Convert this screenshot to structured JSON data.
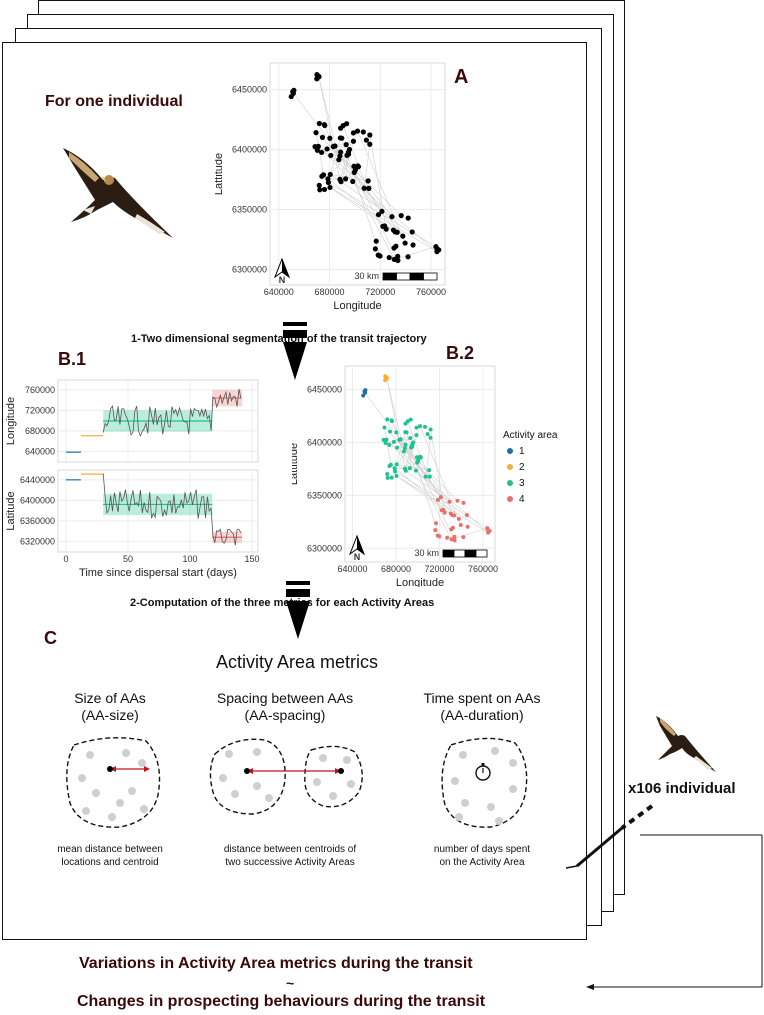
{
  "header": {
    "individual_label": "For one individual"
  },
  "panels": {
    "a": "A",
    "b1": "B.1",
    "b2": "B.2",
    "c": "C"
  },
  "steps": {
    "step1": "1-Two dimensional segmentation of the transit trajectory",
    "step2": "2-Computation of the three metrics for each Activity Areas"
  },
  "map_a": {
    "xlabel": "Longitude",
    "ylabel": "Lattitude",
    "x_ticks": [
      "640000",
      "680000",
      "720000",
      "760000"
    ],
    "y_ticks": [
      "6450000",
      "6400000",
      "6350000",
      "6300000"
    ],
    "scale_label": "30 km",
    "north": "N"
  },
  "map_b2": {
    "xlabel": "Longitude",
    "ylabel": "Lattitude",
    "x_ticks": [
      "640000",
      "680000",
      "720000",
      "760000"
    ],
    "y_ticks": [
      "6450000",
      "6400000",
      "6350000",
      "6300000"
    ],
    "scale_label": "30 km",
    "north": "N",
    "legend_title": "Activity area",
    "legend": [
      {
        "label": "1",
        "color": "#1f6fa8"
      },
      {
        "label": "2",
        "color": "#f2b134"
      },
      {
        "label": "3",
        "color": "#1fc28f"
      },
      {
        "label": "4",
        "color": "#e8716a"
      }
    ]
  },
  "ts_b1": {
    "xlabel": "Time since dispersal start (days)",
    "top_ylabel": "Longitude",
    "bottom_ylabel": "Latitude",
    "x_ticks": [
      "0",
      "50",
      "100",
      "150"
    ],
    "top_y_ticks": [
      "760000",
      "720000",
      "680000",
      "640000"
    ],
    "bottom_y_ticks": [
      "6440000",
      "6400000",
      "6360000",
      "6320000"
    ]
  },
  "metrics": {
    "title": "Activity Area metrics",
    "items": [
      {
        "name": "Size of AAs",
        "abbr": "(AA-size)",
        "desc1": "mean distance between",
        "desc2": "locations and centroid"
      },
      {
        "name": "Spacing between AAs",
        "abbr": "(AA-spacing)",
        "desc1": "distance between centroids of",
        "desc2": "two successive Activity Areas"
      },
      {
        "name": "Time spent on AAs",
        "abbr": "(AA-duration)",
        "desc1": "number of days spent",
        "desc2": "on the Activity Area"
      }
    ]
  },
  "replicate_label": "x106 individual",
  "footer": {
    "line1": "Variations in Activity Area metrics during the transit",
    "tilde": "~",
    "line2": "Changes in prospecting behaviours during the transit"
  },
  "colors": {
    "aa1": "#1f6fa8",
    "aa2": "#f2b134",
    "aa3": "#1fc28f",
    "aa4": "#e8716a",
    "title_maroon": "#3a0a0a",
    "arrow_red": "#c0141c"
  }
}
